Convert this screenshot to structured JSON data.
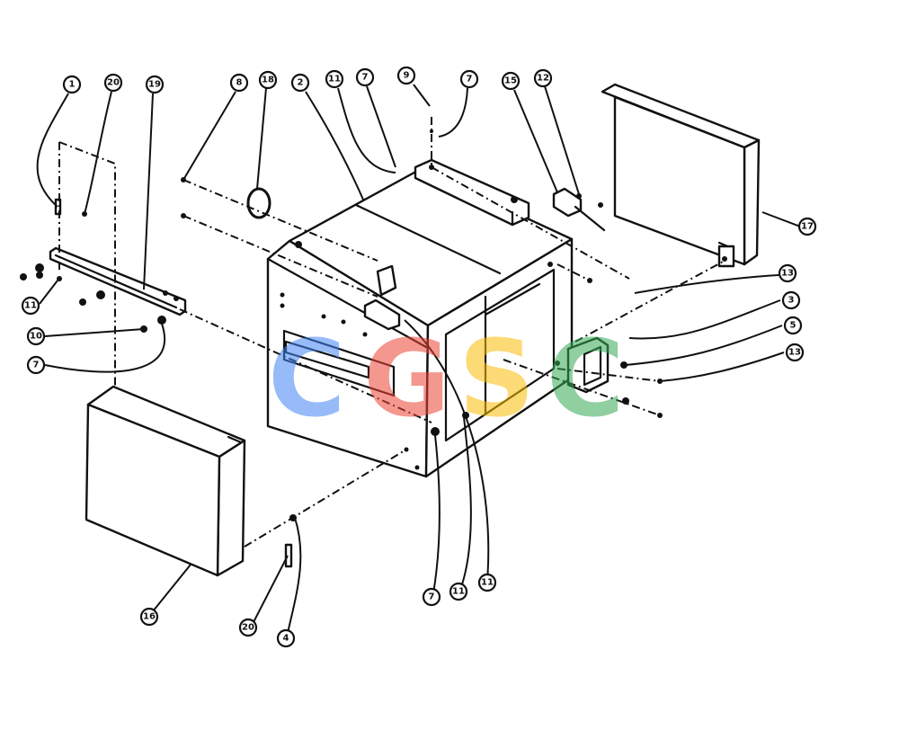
{
  "watermark": {
    "letters": [
      "C",
      "G",
      "S",
      "C"
    ],
    "colors": [
      "#4285F4",
      "#EA4335",
      "#FBBC05",
      "#34A853"
    ]
  },
  "callouts": [
    {
      "id": "c1",
      "label": "1"
    },
    {
      "id": "c20a",
      "label": "20"
    },
    {
      "id": "c19",
      "label": "19"
    },
    {
      "id": "c8",
      "label": "8"
    },
    {
      "id": "c18a",
      "label": "18"
    },
    {
      "id": "c2",
      "label": "2"
    },
    {
      "id": "c11a",
      "label": "11"
    },
    {
      "id": "c7a",
      "label": "7"
    },
    {
      "id": "c9",
      "label": "9"
    },
    {
      "id": "c7b",
      "label": "7"
    },
    {
      "id": "c15",
      "label": "15"
    },
    {
      "id": "c12",
      "label": "12"
    },
    {
      "id": "c17",
      "label": "17"
    },
    {
      "id": "c13a",
      "label": "13"
    },
    {
      "id": "c3",
      "label": "3"
    },
    {
      "id": "c5",
      "label": "5"
    },
    {
      "id": "c13b",
      "label": "13"
    },
    {
      "id": "c11b",
      "label": "11"
    },
    {
      "id": "c10",
      "label": "10"
    },
    {
      "id": "c7c",
      "label": "7"
    },
    {
      "id": "c7d",
      "label": "7"
    },
    {
      "id": "c11c",
      "label": "11"
    },
    {
      "id": "c11d",
      "label": "11"
    },
    {
      "id": "c16",
      "label": "16"
    },
    {
      "id": "c20b",
      "label": "20"
    },
    {
      "id": "c4",
      "label": "4"
    }
  ]
}
